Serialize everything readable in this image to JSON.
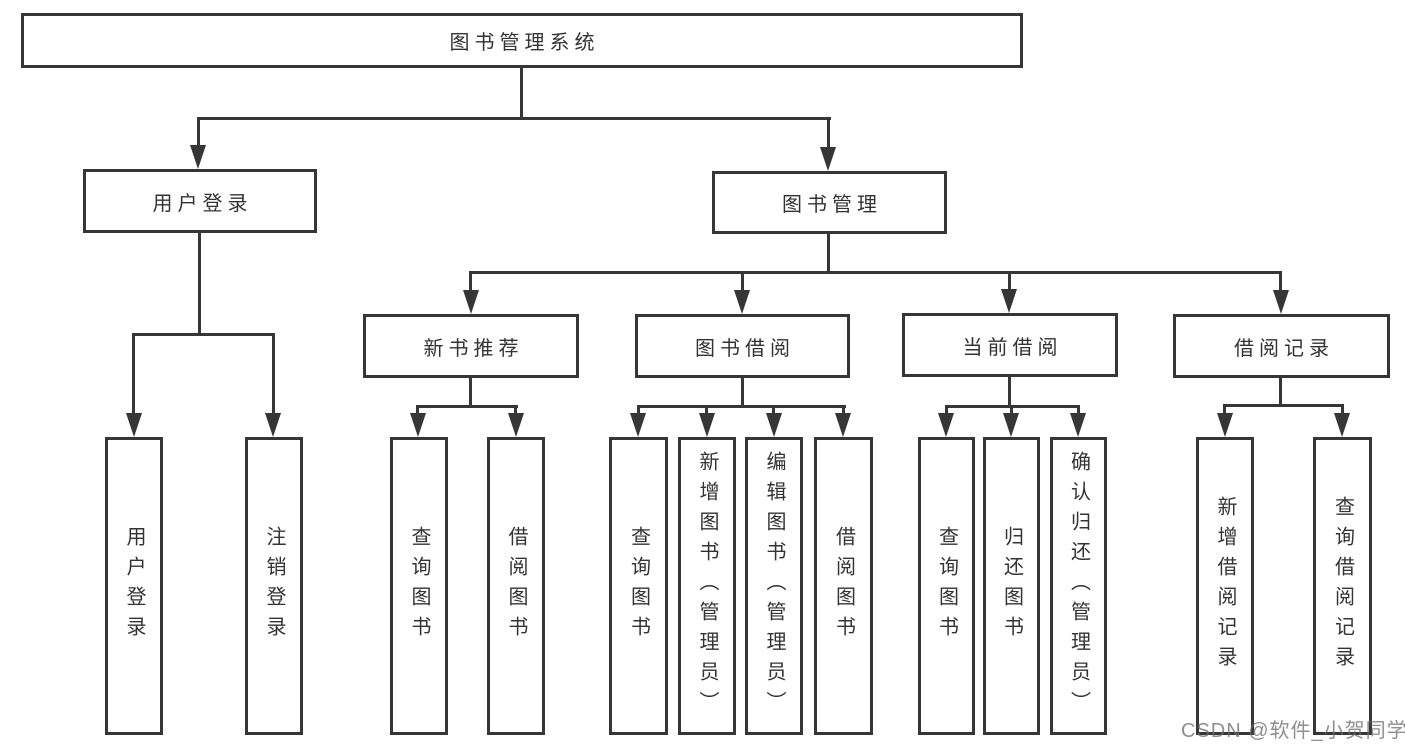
{
  "diagram": {
    "root": "图书管理系统",
    "level1": [
      {
        "label": "用户登录",
        "children": [
          "用户登录",
          "注销登录"
        ]
      },
      {
        "label": "图书管理"
      }
    ],
    "level2": [
      {
        "label": "新书推荐",
        "children": [
          "查询图书",
          "借阅图书"
        ]
      },
      {
        "label": "图书借阅",
        "children": [
          "查询图书",
          "新增图书（管理员）",
          "编辑图书（管理员）",
          "借阅图书"
        ]
      },
      {
        "label": "当前借阅",
        "children": [
          "查询图书",
          "归还图书",
          "确认归还（管理员）"
        ]
      },
      {
        "label": "借阅记录",
        "children": [
          "新增借阅记录",
          "查询借阅记录"
        ]
      }
    ]
  },
  "watermark": "CSDN @软件_小贺同学",
  "colors": {
    "line": "#363636",
    "text": "#333333",
    "watermark": "#6e6e6e",
    "background": "#ffffff"
  }
}
